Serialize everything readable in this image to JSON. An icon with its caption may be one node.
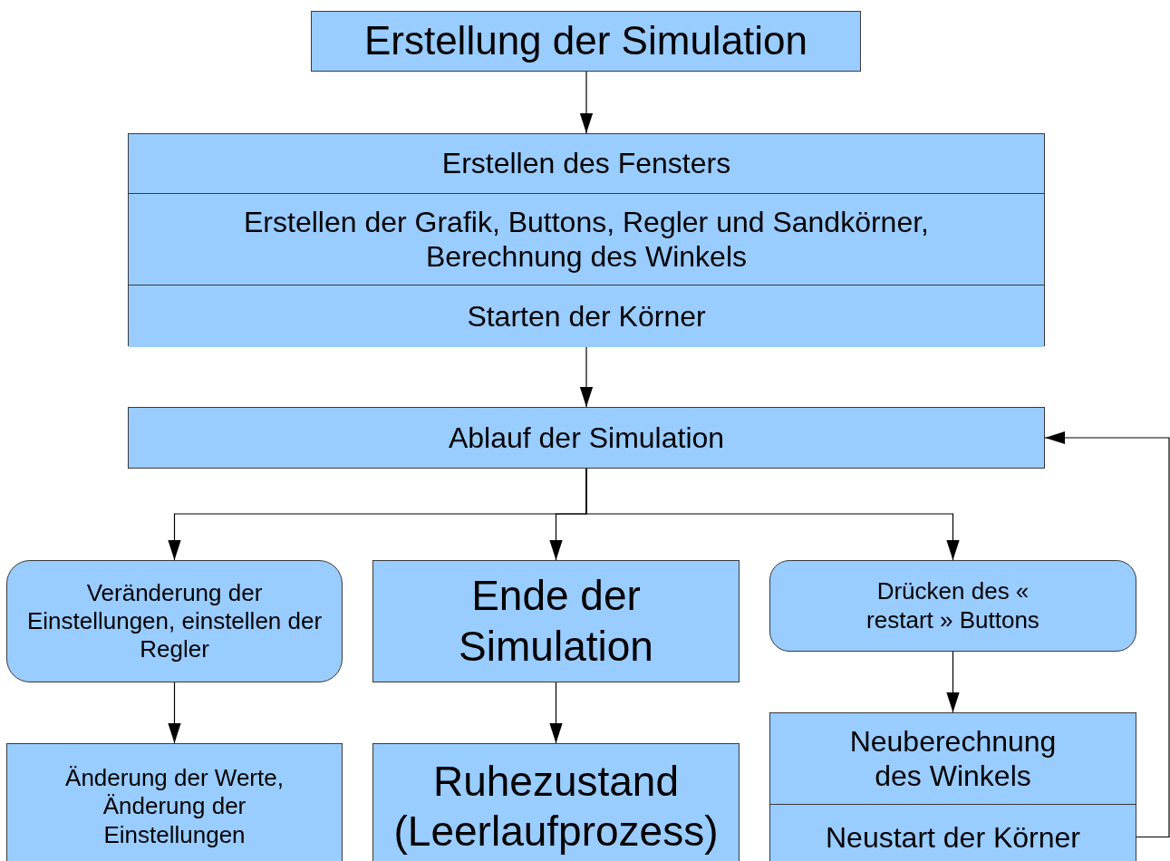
{
  "diagram": {
    "nodes": [
      {
        "text": [
          "Erstellung der Simulation"
        ]
      },
      {
        "text": [],
        "shape": "box"
      },
      {
        "text": [
          "Erstellen des Fensters"
        ],
        "in": 1
      },
      {
        "text": [
          "Erstellen der Grafik, Buttons, Regler und Sandkörner, Berechnung des Winkels"
        ],
        "in": 1
      },
      {
        "text": [
          "Starten der Körner"
        ],
        "in": 1
      },
      {
        "text": [
          "Ablauf der Simulation"
        ]
      },
      {
        "text": [
          "Veränderung der Einstellungen, einstellen der Regler"
        ]
      },
      {
        "text": [
          "Ende der Simulation"
        ]
      },
      {
        "text": [
          "Drücken des « restart » Buttons"
        ]
      },
      {
        "text": [
          "Änderung der Werte, Änderung der Einstellungen"
        ]
      },
      {
        "text": [
          "Ruhezustand (Leerlaufprozess)"
        ]
      },
      {
        "text": [],
        "shape": "box"
      },
      {
        "text": [
          "Neuberechnung des Winkels"
        ],
        "in": 11
      },
      {
        "text": [
          "Neustart der Körner"
        ],
        "in": 11
      }
    ],
    "edges": [
      {
        "from": 0,
        "to": 1,
        "arrow": "to"
      },
      {
        "from": 1,
        "to": 5,
        "arrow": "to"
      },
      {
        "from": 5,
        "to": 6,
        "arrow": "to"
      },
      {
        "from": 5,
        "to": 7,
        "arrow": "to"
      },
      {
        "from": 5,
        "to": 8,
        "arrow": "to"
      },
      {
        "from": 6,
        "to": 9,
        "arrow": "to"
      },
      {
        "from": 7,
        "to": 10,
        "arrow": "to"
      },
      {
        "from": 8,
        "to": 11,
        "arrow": "to"
      },
      {
        "from": 13,
        "to": 5,
        "arrow": "to"
      }
    ]
  }
}
